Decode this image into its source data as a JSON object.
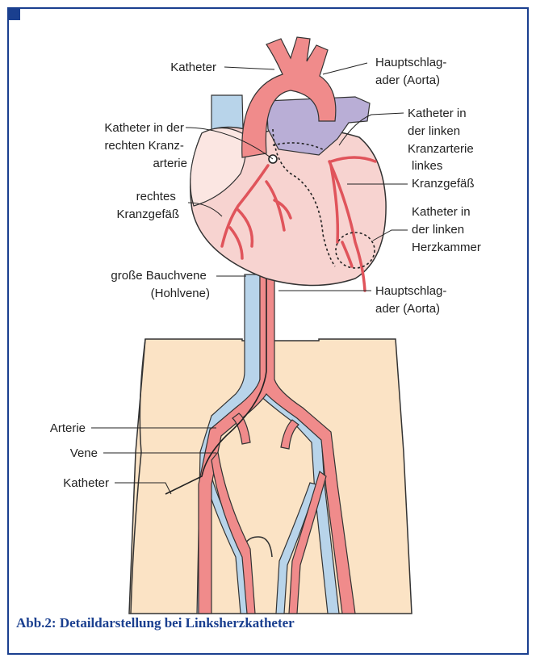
{
  "caption": "Abb.2: Detaildarstellung bei Linksherzkatheter",
  "colors": {
    "frame": "#1a3f8f",
    "artery": "#f08b8b",
    "vein": "#b8d4ea",
    "heart": "#f7d3d0",
    "atrium": "#b9aed6",
    "skin": "#fbe3c5",
    "line": "#222222"
  },
  "labels": {
    "katheter_top": "Katheter",
    "aorta_top": [
      "Hauptschlag-",
      "ader (Aorta)"
    ],
    "katheter_rechte": [
      "Katheter in der",
      "rechten Kranz-",
      "arterie"
    ],
    "katheter_linke_kranz": [
      "Katheter in",
      "der linken",
      "Kranzarterie"
    ],
    "rechtes_kranz": [
      "rechtes",
      "Kranzgefäß"
    ],
    "linkes_kranz": [
      "linkes",
      "Kranzgefäß"
    ],
    "katheter_herzkammer": [
      "Katheter in",
      "der linken",
      "Herzkammer"
    ],
    "bauchvene": [
      "große Bauchvene",
      "(Hohlvene)"
    ],
    "aorta_bottom": [
      "Hauptschlag-",
      "ader (Aorta)"
    ],
    "arterie": "Arterie",
    "vene": "Vene",
    "katheter_bottom": "Katheter"
  }
}
